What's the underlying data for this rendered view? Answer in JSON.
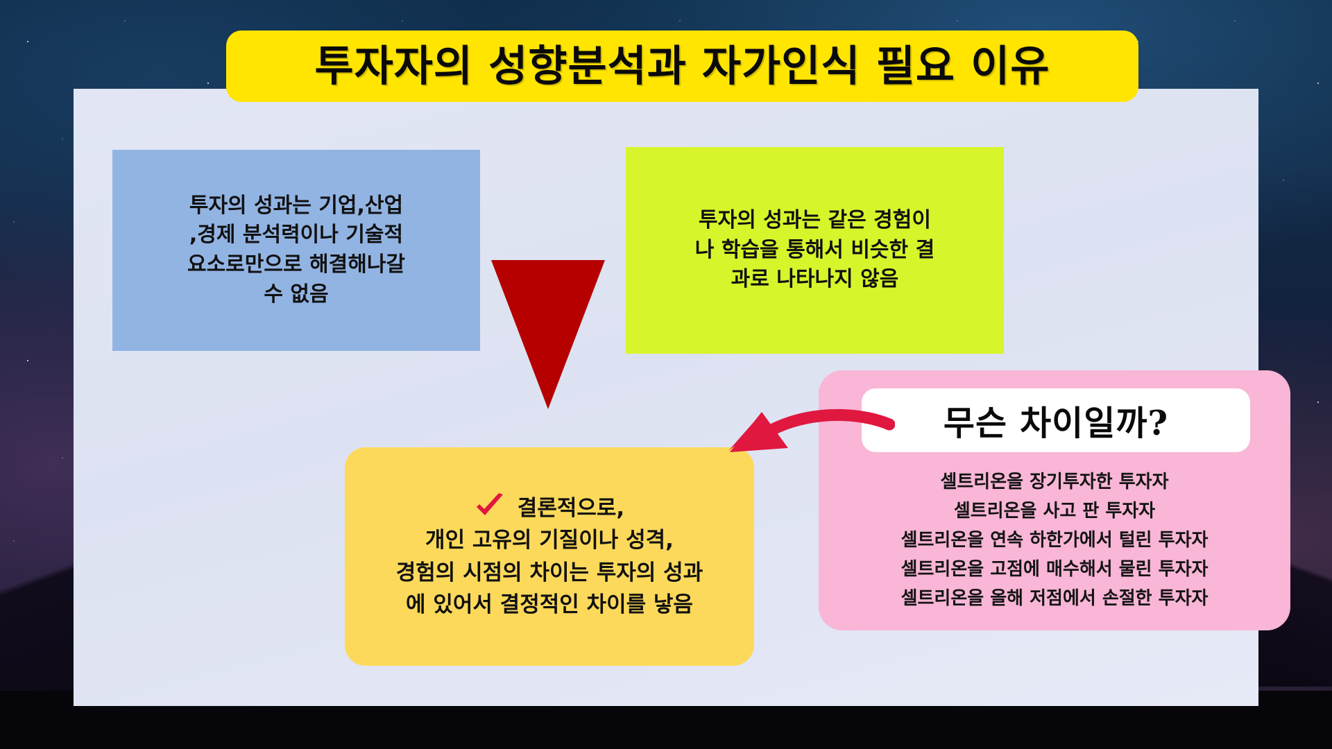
{
  "slide": {
    "title": "투자자의 성향분석과 자가인식 필요 이유",
    "colors": {
      "title_banner": "#FFE500",
      "blue_box": "#92B4E3",
      "green_box": "#D8F52B",
      "yellow_box": "#FDD95B",
      "pink_box": "#F9B6D6",
      "arrow_red": "#E0173F",
      "triangle_red": "#B60000",
      "panel": "#E2E6F4",
      "text": "#111111"
    },
    "blue_box": {
      "text": "투자의 성과는  기업,산업\n,경제 분석력이나 기술적\n요소로만으로 해결해나갈\n수 없음"
    },
    "green_box": {
      "text": "투자의 성과는  같은 경험이\n나 학습을 통해서 비슷한 결\n과로 나타나지 않음"
    },
    "yellow_box": {
      "check_icon": "✔",
      "line1": "결론적으로,",
      "line2": "개인 고유의 기질이나 성격,",
      "line3": "경험의 시점의 차이는 투자의 성과",
      "line4": "에 있어서 결정적인 차이를 낳음"
    },
    "pink_box": {
      "label": "무슨 차이일까?",
      "items": [
        "셀트리온을 장기투자한 투자자",
        "셀트리온을 사고 판 투자자",
        "셀트리온을 연속 하한가에서 털린 투자자",
        "셀트리온을 고점에 매수해서 물린 투자자",
        "셀트리온을 올해 저점에서 손절한 투자자"
      ]
    },
    "icons": {
      "down_triangle": "down-triangle-arrow",
      "curved_arrow": "curved-left-arrow",
      "checkmark": "check-icon"
    }
  }
}
